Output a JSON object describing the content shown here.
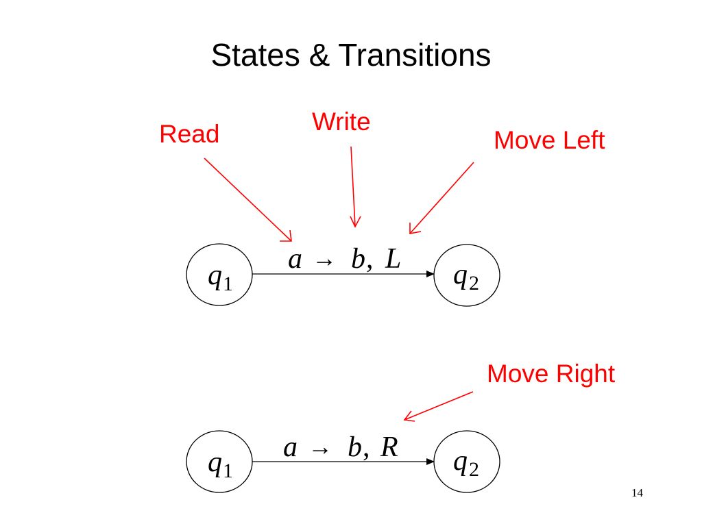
{
  "slide": {
    "title": "States & Transitions",
    "page_number": "14"
  },
  "annotations": {
    "read": "Read",
    "write": "Write",
    "move_left": "Move Left",
    "move_right": "Move Right"
  },
  "colors": {
    "annotation": "#ff0000",
    "diagram": "#000000",
    "background": "#ffffff"
  },
  "transitions": [
    {
      "from_state": {
        "symbol": "q",
        "index": "1"
      },
      "to_state": {
        "symbol": "q",
        "index": "2"
      },
      "read": "a",
      "arrow": "→",
      "write": "b",
      "separator": ",",
      "move": "L"
    },
    {
      "from_state": {
        "symbol": "q",
        "index": "1"
      },
      "to_state": {
        "symbol": "q",
        "index": "2"
      },
      "read": "a",
      "arrow": "→",
      "write": "b",
      "separator": ",",
      "move": "R"
    }
  ]
}
